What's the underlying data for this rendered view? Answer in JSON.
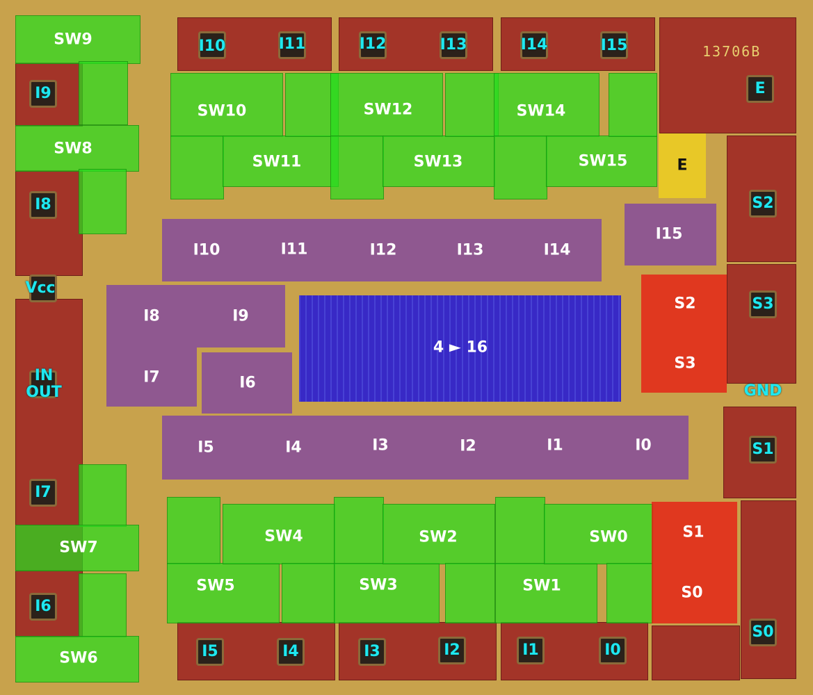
{
  "die_marking": "13706B",
  "colors": {
    "switch": "#28dc1e",
    "input_block": "#783caa",
    "decoder": "#1e14dc",
    "select_block": "#e61e14",
    "enable_block": "#f0d21e",
    "pad_label": "#1ee8f0",
    "metal": "#c8a24c",
    "pad": "#a33428"
  },
  "pads": {
    "top": [
      "I10",
      "I11",
      "I12",
      "I13",
      "I14",
      "I15"
    ],
    "right": [
      "E",
      "S2",
      "S3",
      "GND",
      "S1",
      "S0"
    ],
    "left": [
      "I9",
      "I8",
      "Vcc",
      "IN\nOUT",
      "I7",
      "I6"
    ],
    "bottom": [
      "I5",
      "I4",
      "I3",
      "I2",
      "I1",
      "I0"
    ]
  },
  "switches": {
    "top": [
      "SW10",
      "SW11",
      "SW12",
      "SW13",
      "SW14",
      "SW15"
    ],
    "left": [
      "SW9",
      "SW8",
      "SW7",
      "SW6"
    ],
    "bottom": [
      "SW4",
      "SW5",
      "SW2",
      "SW3",
      "SW0",
      "SW1"
    ]
  },
  "input_blocks": {
    "top_row": [
      "I10",
      "I11",
      "I12",
      "I13",
      "I14"
    ],
    "i15": "I15",
    "left": [
      "I8",
      "I9",
      "I7",
      "I6"
    ],
    "bottom_row": [
      "I5",
      "I4",
      "I3",
      "I2",
      "I1",
      "I0"
    ]
  },
  "decoder": "4 ► 16",
  "select_blocks": [
    "S2",
    "S3",
    "S1",
    "S0"
  ],
  "enable_block": "E"
}
